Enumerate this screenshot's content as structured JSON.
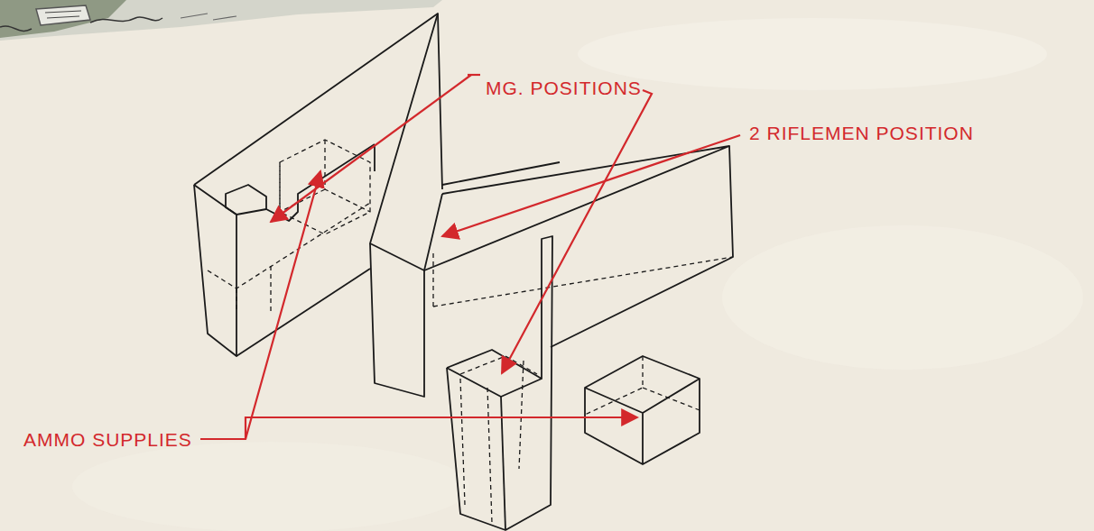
{
  "diagram": {
    "labels": [
      "MG. POSITIONS",
      "2 RIFLEMEN POSITION",
      "AMMO SUPPLIES"
    ]
  }
}
